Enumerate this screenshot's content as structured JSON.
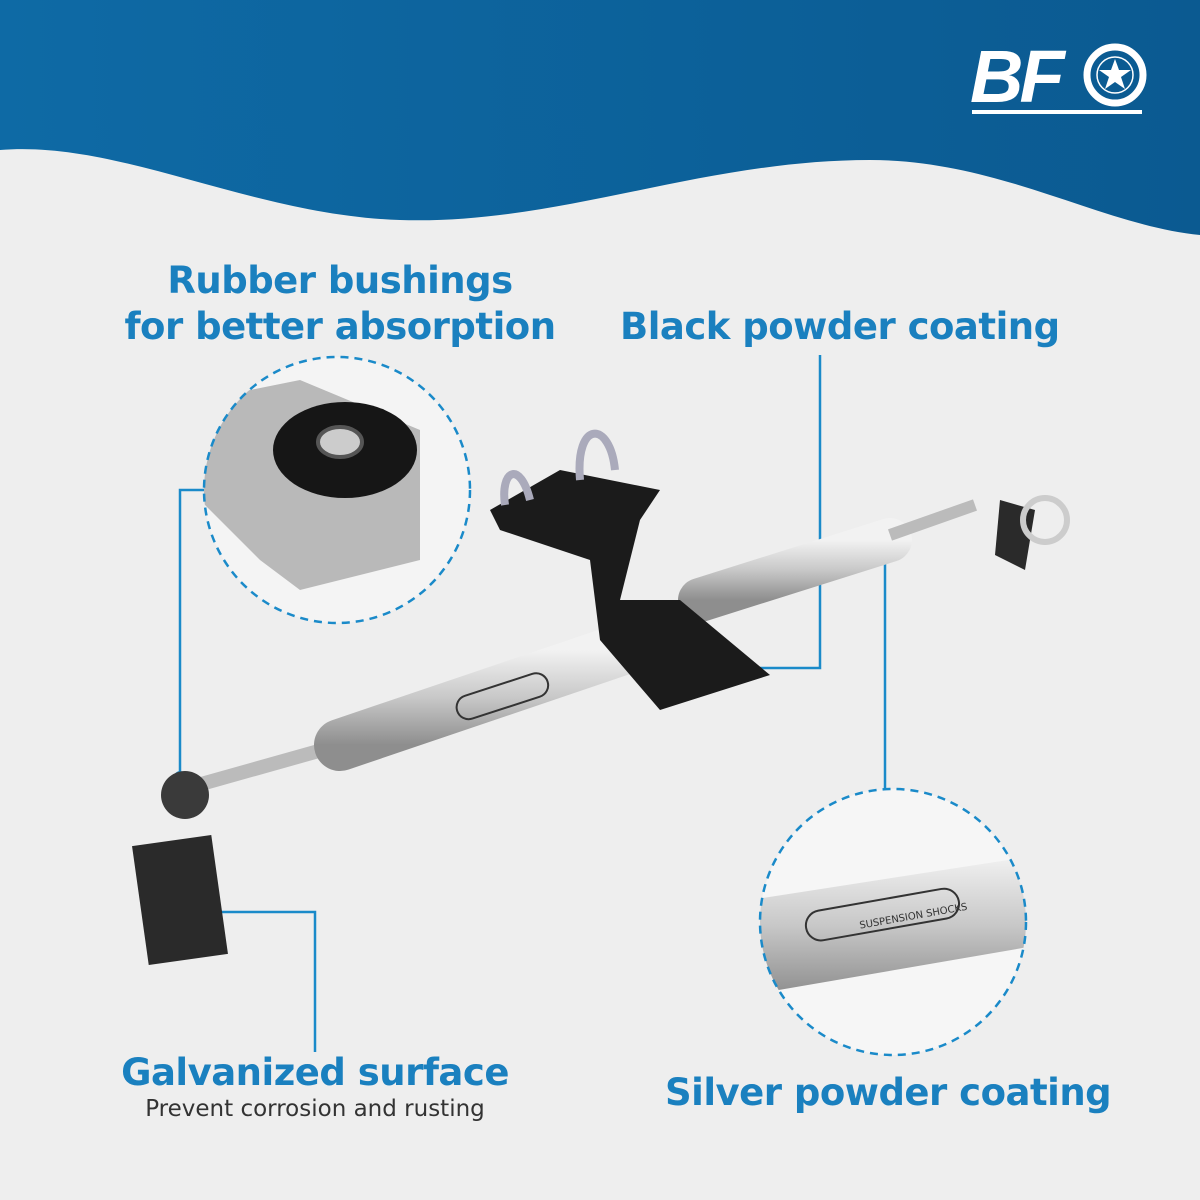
{
  "brand": {
    "logo_text": "BF",
    "logo_icon": "star-wheel-icon"
  },
  "colors": {
    "header_blue": "#0d649e",
    "accent_blue": "#1a80bf",
    "background": "#eeeeee",
    "callout_line": "#1a8ac9"
  },
  "callouts": [
    {
      "title_line1": "Rubber bushings",
      "title_line2": "for better absorption"
    },
    {
      "title": "Black powder coating"
    },
    {
      "title": "Galvanized surface",
      "subtitle": "Prevent corrosion and rusting"
    },
    {
      "title": "Silver powder coating"
    }
  ],
  "product": {
    "label": "SUSPENSION SHOCKS"
  }
}
